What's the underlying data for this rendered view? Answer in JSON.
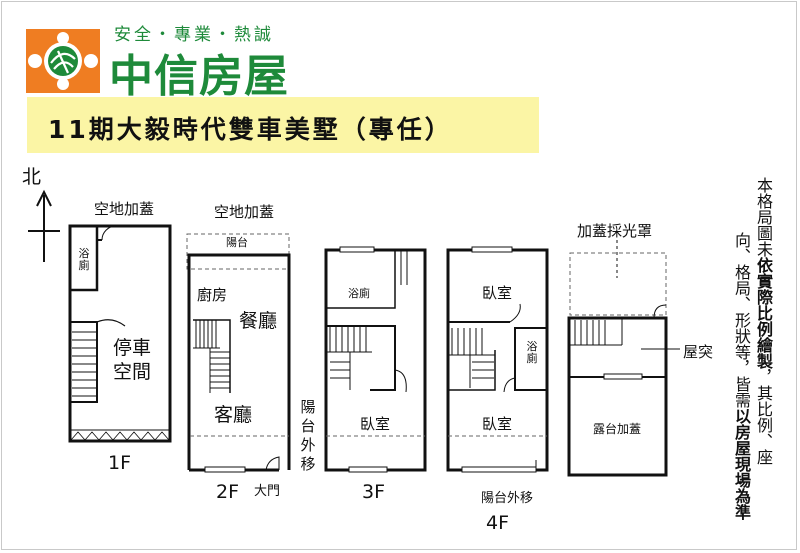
{
  "brand": {
    "tagline": "安全・專業・熱誠",
    "name": "中信房屋",
    "logo_colors": {
      "orange": "#ef7d22",
      "green": "#1e8a3a"
    }
  },
  "listing": {
    "title": "11期大毅時代雙車美墅（專任）"
  },
  "compass": {
    "north": "北"
  },
  "disclaimer": {
    "col1_pre": "本格局圖未",
    "col1_bold": "依實際比例繪製",
    "col1_post": "，其比例、座",
    "col2_pre": "向、格局、形狀等，皆需",
    "col2_bold": "以房屋現場為準"
  },
  "floors": [
    {
      "label": "1F",
      "rooms": {
        "top": "空地加蓋",
        "bath": "浴廁",
        "garage": "停車空間"
      }
    },
    {
      "label": "2F",
      "rooms": {
        "top": "空地加蓋",
        "balcony": "陽台",
        "kitchen": "廚房",
        "dining": "餐廳",
        "living": "客廳",
        "door": "大門",
        "side": "陽台外移"
      }
    },
    {
      "label": "3F",
      "rooms": {
        "bath": "浴廁",
        "bedroom": "臥室"
      }
    },
    {
      "label": "4F",
      "rooms": {
        "bedroom1": "臥室",
        "bath": "浴廁",
        "bedroom2": "臥室",
        "balcony": "陽台外移"
      }
    },
    {
      "label": "",
      "rooms": {
        "skylight": "加蓋採光罩",
        "roof_annex": "屋突",
        "terrace": "露台加蓋"
      }
    }
  ]
}
